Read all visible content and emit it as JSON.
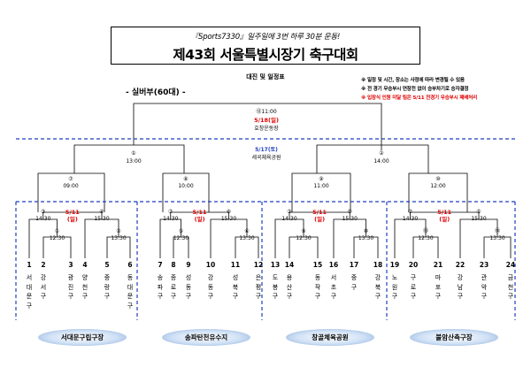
{
  "header": {
    "slogan": "『Sports7330』일주일에 3번 하루 30분 운동!",
    "title": "제43회 서울특별시장기 축구대회",
    "subtitle": "대진 및 일정표"
  },
  "notes": [
    {
      "text": "※ 일정 및 시간, 장소는 사정에 따라 변경될 수 있음",
      "color": "#000000"
    },
    {
      "text": "※ 전 경기 무승부시 연장전 없이 승부차기로 승자결정",
      "color": "#000000"
    },
    {
      "text": "※ 입장식 인원 미달 팀은 5/11 전경기 무승부시 패배처리",
      "color": "#e00000"
    }
  ],
  "division": "- 실버부(60대) -",
  "final": {
    "time": "⑬11:00",
    "date": "5/18(일)",
    "venue": "효창운동장"
  },
  "semi_day": {
    "date": "5/17(토)",
    "venue": "세곡체육공원"
  },
  "semis": [
    {
      "no": "①",
      "time": "13:00"
    },
    {
      "no": "②",
      "time": "14:00"
    }
  ],
  "quarters": [
    {
      "no": "⑦",
      "time": "09:00"
    },
    {
      "no": "⑧",
      "time": "10:00"
    },
    {
      "no": "⑨",
      "time": "11:00"
    },
    {
      "no": "⑩",
      "time": "12:00"
    }
  ],
  "first_round_date": "5/11 (일)",
  "groups": [
    {
      "left_time": "③\n14:30",
      "center_time": "①\n12:30",
      "right_time": "④\n15:30",
      "far_time": "②\n13:30"
    },
    {
      "left_time": "⑦\n14:30",
      "center_time": "⑤\n12:30",
      "right_time": "⑧\n15:30",
      "far_time": "⑥\n13:30"
    },
    {
      "left_time": "③\n14:30",
      "center_time": "⑨\n12:30",
      "right_time": "⑤\n15:30",
      "far_time": "⑩\n13:30"
    },
    {
      "left_time": "⑦\n14:30",
      "center_time": "⑬\n12:30",
      "right_time": "⑤\n15:30",
      "far_time": "⑭\n13:30"
    }
  ],
  "teams": [
    {
      "num": "1",
      "name": "서대문구"
    },
    {
      "num": "2",
      "name": "강서구"
    },
    {
      "num": "3",
      "name": "광진구"
    },
    {
      "num": "4",
      "name": "양천구"
    },
    {
      "num": "5",
      "name": "중랑구"
    },
    {
      "num": "6",
      "name": "동대문구"
    },
    {
      "num": "7",
      "name": "송파구"
    },
    {
      "num": "8",
      "name": "종로구"
    },
    {
      "num": "9",
      "name": "성동구"
    },
    {
      "num": "10",
      "name": "강동구"
    },
    {
      "num": "11",
      "name": "성북구"
    },
    {
      "num": "12",
      "name": "은평구"
    },
    {
      "num": "13",
      "name": "도봉구"
    },
    {
      "num": "14",
      "name": "용산구"
    },
    {
      "num": "15",
      "name": "동작구"
    },
    {
      "num": "16",
      "name": "서초구"
    },
    {
      "num": "17",
      "name": "중구"
    },
    {
      "num": "18",
      "name": "강북구"
    },
    {
      "num": "19",
      "name": "노원구"
    },
    {
      "num": "20",
      "name": "구로구"
    },
    {
      "num": "21",
      "name": "마포구"
    },
    {
      "num": "22",
      "name": "강남구"
    },
    {
      "num": "23",
      "name": "관악구"
    },
    {
      "num": "24",
      "name": "금천구"
    }
  ],
  "venues": [
    "서대문구립구장",
    "송파탄천유수지",
    "창골체육공원",
    "불암산축구장"
  ],
  "colors": {
    "date_red": "#e00000",
    "dash_blue": "#1f3fbf",
    "venue_blue": "#7fa6d6"
  }
}
